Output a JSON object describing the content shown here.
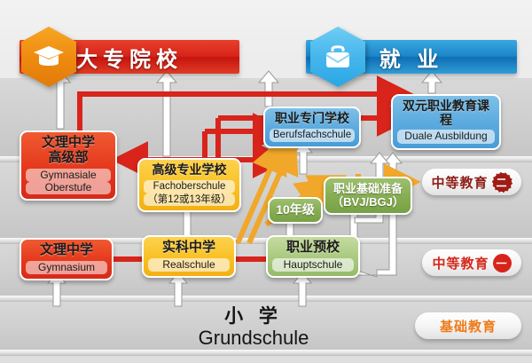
{
  "banners": {
    "left": {
      "label": "大专院校",
      "icon": "graduation-cap-icon",
      "color": "#d8241b"
    },
    "right": {
      "label": "就 业",
      "icon": "briefcase-icon",
      "color": "#1b86c9"
    }
  },
  "nodes": [
    {
      "id": "gymnasiale-oberstufe",
      "cn": "文理中学\n高级部",
      "cn1": "文理中学",
      "cn2": "高级部",
      "en": "Gymnasiale\nOberstufe",
      "en1": "Gymnasiale",
      "en2": "Oberstufe",
      "color": "#e4381c",
      "style": "red"
    },
    {
      "id": "fachoberschule",
      "cn1": "高级专业学校",
      "en1": "Fachoberschule",
      "en2": "（第12或13年级）",
      "color": "#f9c024",
      "style": "yellow"
    },
    {
      "id": "berufsfachschule",
      "cn1": "职业专门学校",
      "en1": "Berufsfachschule",
      "color": "#5aa9de",
      "style": "blue"
    },
    {
      "id": "duale-ausbildung",
      "cn1": "双元职业教育课程",
      "en1": "Duale Ausbildung",
      "color": "#5aa9de",
      "style": "blue"
    },
    {
      "id": "bvj-bgj",
      "cn1": "职业基础准备",
      "cn2": "（BVJ/BGJ）",
      "color": "#86ad52",
      "style": "dgreen"
    },
    {
      "id": "klasse-10",
      "cn1": "10年级",
      "color": "#86ad52",
      "style": "dgreen"
    },
    {
      "id": "gymnasium",
      "cn1": "文理中学",
      "en1": "Gymnasium",
      "color": "#e4381c",
      "style": "red"
    },
    {
      "id": "realschule",
      "cn1": "实科中学",
      "en1": "Realschule",
      "color": "#f9c024",
      "style": "yellow"
    },
    {
      "id": "hauptschule",
      "cn1": "职业预校",
      "en1": "Hauptschule",
      "color": "#a9c97f",
      "style": "green"
    }
  ],
  "side_labels": [
    {
      "id": "sekundarstufe-2",
      "label": "中等教育",
      "badge": "二",
      "color": "#8e1d18",
      "badge_style": "dashed"
    },
    {
      "id": "sekundarstufe-1",
      "label": "中等教育",
      "badge": "一",
      "color": "#d42a1d",
      "badge_style": "solid"
    },
    {
      "id": "primarbereich",
      "label": "基础教育",
      "badge": "",
      "color": "#ef7a18",
      "badge_style": "none"
    }
  ],
  "primary_school": {
    "cn": "小 学",
    "en": "Grundschule"
  },
  "arrow_colors": {
    "red": "#d8241b",
    "orange": "#f0a72a",
    "white": "#ffffff",
    "outline": "#9a9a9a"
  }
}
